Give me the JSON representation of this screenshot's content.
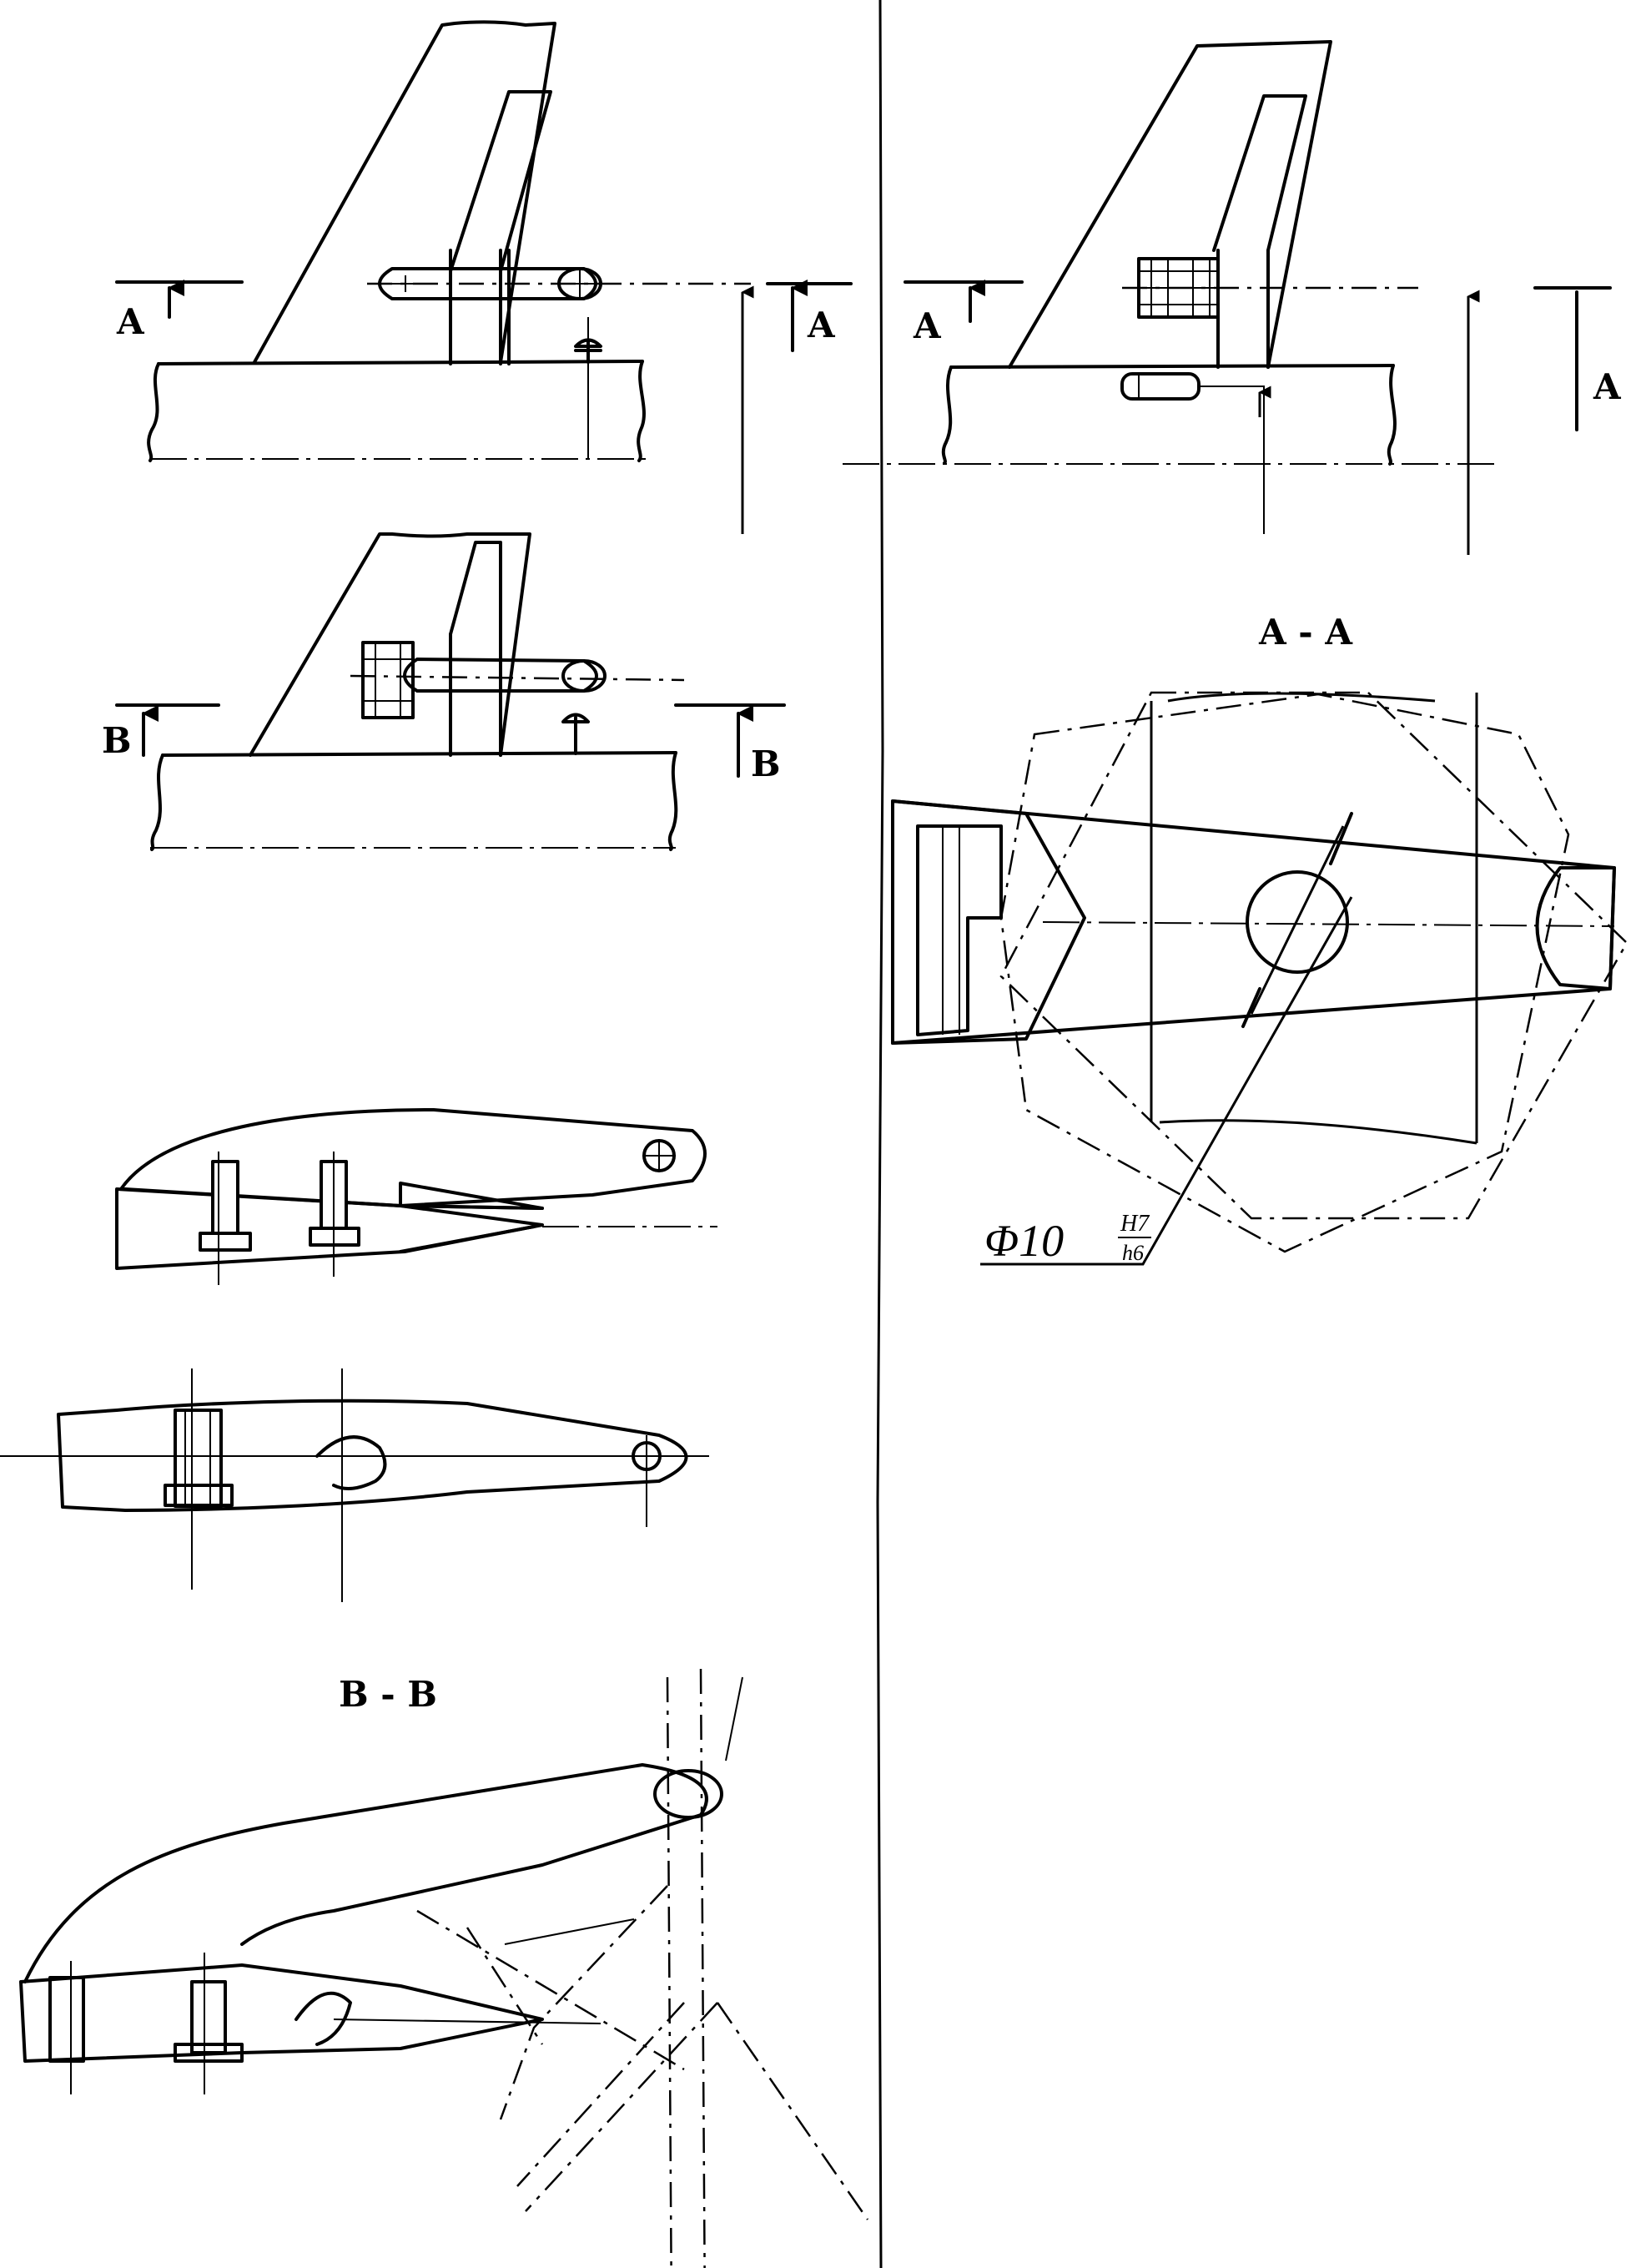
{
  "section_marks": {
    "a": "A",
    "b": "B"
  },
  "section_titles": {
    "aa": "A - A",
    "bb": "B - B"
  },
  "fit_dimension": {
    "prefix": "Φ10",
    "upper": "H7",
    "lower": "h6"
  },
  "colors": {
    "ink": "#000000",
    "paper": "#ffffff"
  }
}
